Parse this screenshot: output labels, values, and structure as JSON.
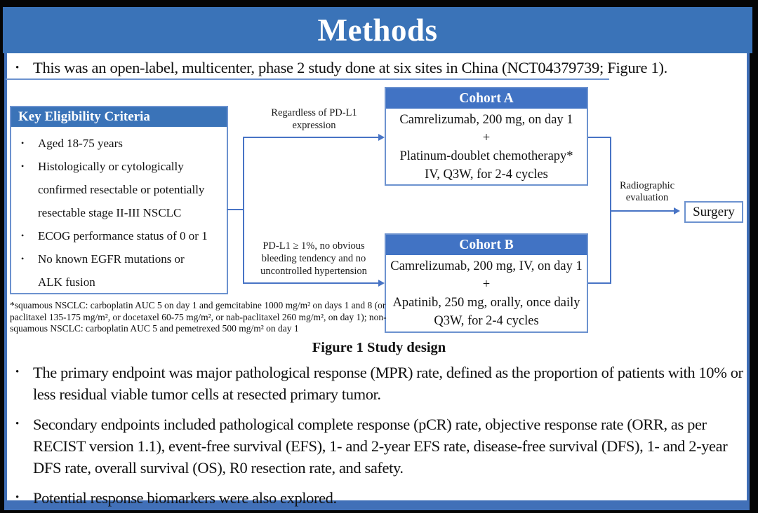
{
  "ui": {
    "bullet_char": "•"
  },
  "colors": {
    "banner_blue": "#3A73B8",
    "cohort_header_blue": "#4173C4",
    "box_border_blue": "#6C92CF",
    "connector_blue": "#4874C5",
    "frame_blue": "#4170B8",
    "text": "#111111",
    "background": "#FFFFFF"
  },
  "slide": {
    "title": "Methods",
    "intro_bullet": "This was an open-label, multicenter, phase 2 study done at six sites in China (NCT04379739; Figure 1).",
    "bullets": [
      "The primary endpoint was major pathological response (MPR) rate, defined as the proportion of patients with 10% or less residual viable tumor cells at resected primary tumor.",
      "Secondary endpoints included pathological complete response (pCR) rate, objective response rate (ORR, as per RECIST version 1.1), event-free survival (EFS), 1- and 2-year EFS rate, disease-free survival (DFS), 1- and 2-year DFS rate, overall survival (OS), R0 resection rate, and safety.",
      "Potential response biomarkers were also explored."
    ]
  },
  "figure": {
    "caption": "Figure 1 Study design",
    "eligibility": {
      "header": "Key Eligibility Criteria",
      "items": [
        "Aged 18-75 years",
        "Histologically or cytologically\nconfirmed resectable or potentially\nresectable stage II-III NSCLC",
        "ECOG performance status of 0 or 1",
        "No known EGFR mutations or\nALK fusion"
      ]
    },
    "branch_top_label": "Regardless of PD-L1\nexpression",
    "branch_bottom_label": "PD-L1 ≥ 1%, no obvious\nbleeding tendency and no\nuncontrolled hypertension",
    "cohort_a": {
      "header": "Cohort A",
      "lines": [
        "Camrelizumab, 200 mg, on day 1",
        "+",
        "Platinum-doublet chemotherapy*",
        "IV, Q3W, for 2-4 cycles"
      ]
    },
    "cohort_b": {
      "header": "Cohort B",
      "lines": [
        "Camrelizumab, 200 mg, IV, on day 1",
        "+",
        "Apatinib, 250 mg, orally, once daily",
        "Q3W, for 2-4 cycles"
      ]
    },
    "evaluation_label": "Radiographic\nevaluation",
    "surgery_label": "Surgery",
    "footnote": "*squamous NSCLC: carboplatin AUC 5 on day 1 and gemcitabine 1000 mg/m² on days 1 and 8 (or\npaclitaxel 135-175 mg/m², or docetaxel 60-75 mg/m², or nab-paclitaxel 260 mg/m², on day 1); non-\nsquamous NSCLC: carboplatin AUC 5 and pemetrexed 500 mg/m² on day 1"
  }
}
